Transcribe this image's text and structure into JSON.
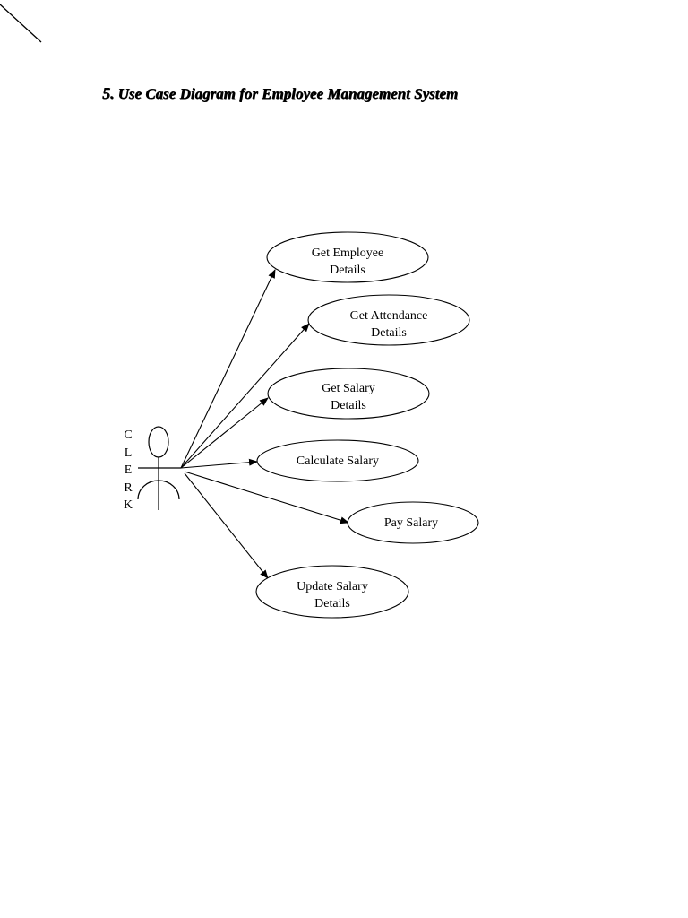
{
  "heading": {
    "number": "5.",
    "text": "Use Case Diagram for Employee Management System"
  },
  "actor": {
    "name": "CLERK",
    "letters": [
      "C",
      "L",
      "E",
      "R",
      "K"
    ]
  },
  "use_cases": [
    {
      "id": "get-employee-details",
      "lines": [
        "Get Employee",
        "Details"
      ]
    },
    {
      "id": "get-attendance-details",
      "lines": [
        "Get Attendance",
        "Details"
      ]
    },
    {
      "id": "get-salary-details",
      "lines": [
        "Get Salary",
        "Details"
      ]
    },
    {
      "id": "calculate-salary",
      "lines": [
        "Calculate Salary"
      ]
    },
    {
      "id": "pay-salary",
      "lines": [
        "Pay Salary"
      ]
    },
    {
      "id": "update-salary-details",
      "lines": [
        "Update Salary",
        "Details"
      ]
    }
  ]
}
